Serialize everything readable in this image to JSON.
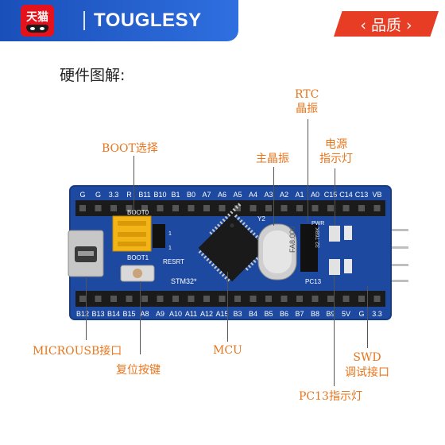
{
  "header": {
    "store_logo_text": "天猫",
    "brand": "TOUGLESY",
    "quality_badge": "‹ 品质 ›"
  },
  "page": {
    "subtitle": "硬件图解:"
  },
  "annotations": {
    "rtc_line1": "RTC",
    "rtc_line2": "晶振",
    "boot": "BOOT选择",
    "main_crystal": "主晶振",
    "power_line1": "电源",
    "power_line2": "指示灯",
    "microusb": "MICROUSB接口",
    "reset": "复位按键",
    "mcu": "MCU",
    "swd_line1": "SWD",
    "swd_line2": "调试接口",
    "pc13": "PC13指示灯"
  },
  "board": {
    "top_pins": [
      "G",
      "G",
      "3.3",
      "R",
      "B11",
      "B10",
      "B1",
      "B0",
      "A7",
      "A6",
      "A5",
      "A4",
      "A3",
      "A2",
      "A1",
      "A0",
      "C15",
      "C14",
      "C13",
      "VB"
    ],
    "bottom_pins": [
      "B12",
      "B13",
      "B14",
      "B15",
      "A8",
      "A9",
      "A10",
      "A11",
      "A12",
      "A15",
      "B3",
      "B4",
      "B5",
      "B6",
      "B7",
      "B8",
      "B9",
      "5V",
      "G",
      "3.3"
    ],
    "silkscreen": {
      "boot0": "BOOT0",
      "boot1": "BOOT1",
      "resrt": "RESRT",
      "stm32": "STM32*",
      "y2": "Y2",
      "crystal": "FA8.000",
      "pwr": "PWR",
      "pc13": "PC13",
      "rtc_crystal": "32.768K"
    },
    "colors": {
      "pcb": "#1d4aa0",
      "jumper": "#f2b417",
      "label": "#e8751c"
    }
  }
}
